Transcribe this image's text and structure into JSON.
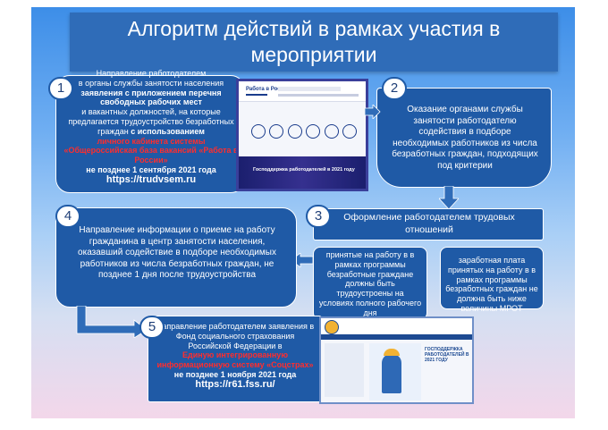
{
  "title": "Алгоритм действий в рамках участия в мероприятии",
  "steps": {
    "s1": {
      "num": "1",
      "line1": "Направление работодателем",
      "line2": "в органы службы занятости населения",
      "bold1": "заявления с приложением перечня свободных рабочих мест",
      "line3": "и вакантных должностей, на которые предлагается трудоустройство безработных граждан",
      "bold2": "с использованием",
      "red1": "личного кабинета системы «Общероссийская база вакансий «Работа в России»",
      "bold3": "не позднее 1 сентября 2021 года",
      "url": "https://trudvsem.ru"
    },
    "s2": {
      "num": "2",
      "text": "Оказание органами службы занятости работодателю содействия в подборе необходимых работников из числа безработных граждан, подходящих под критерии"
    },
    "s3": {
      "num": "3",
      "head": "Оформление работодателем трудовых отношений",
      "left": "принятые на работу в в рамках программы безработные граждане должны быть трудоустроены на условиях полного рабочего дня",
      "right": "заработная плата принятых на работу в в рамках программы безработных граждан не должна быть ниже величины МРОТ"
    },
    "s4": {
      "num": "4",
      "text": "Направление информации о приеме на работу гражданина в центр занятости населения, оказавший содействие в подборе необходимых работников из числа безработных граждан, не позднее 1 дня после трудоустройства"
    },
    "s5": {
      "num": "5",
      "line1": "Направление работодателем заявления в Фонд социального страхования Российской Федерации в",
      "red1": "Единую интегрированную информационную систему «Соцстрах»",
      "bold1": "не позднее 1 ноября 2021 года",
      "url": "https://r61.fss.ru/"
    }
  },
  "screenshot1": {
    "logo": "Работа в России",
    "banner": "Господдержка работодателей в 2021 году"
  },
  "screenshot2": {
    "banner": "ГОСПОДДЕРЖКА РАБОТОДАТЕЛЕЙ В 2021 ГОДУ"
  }
}
